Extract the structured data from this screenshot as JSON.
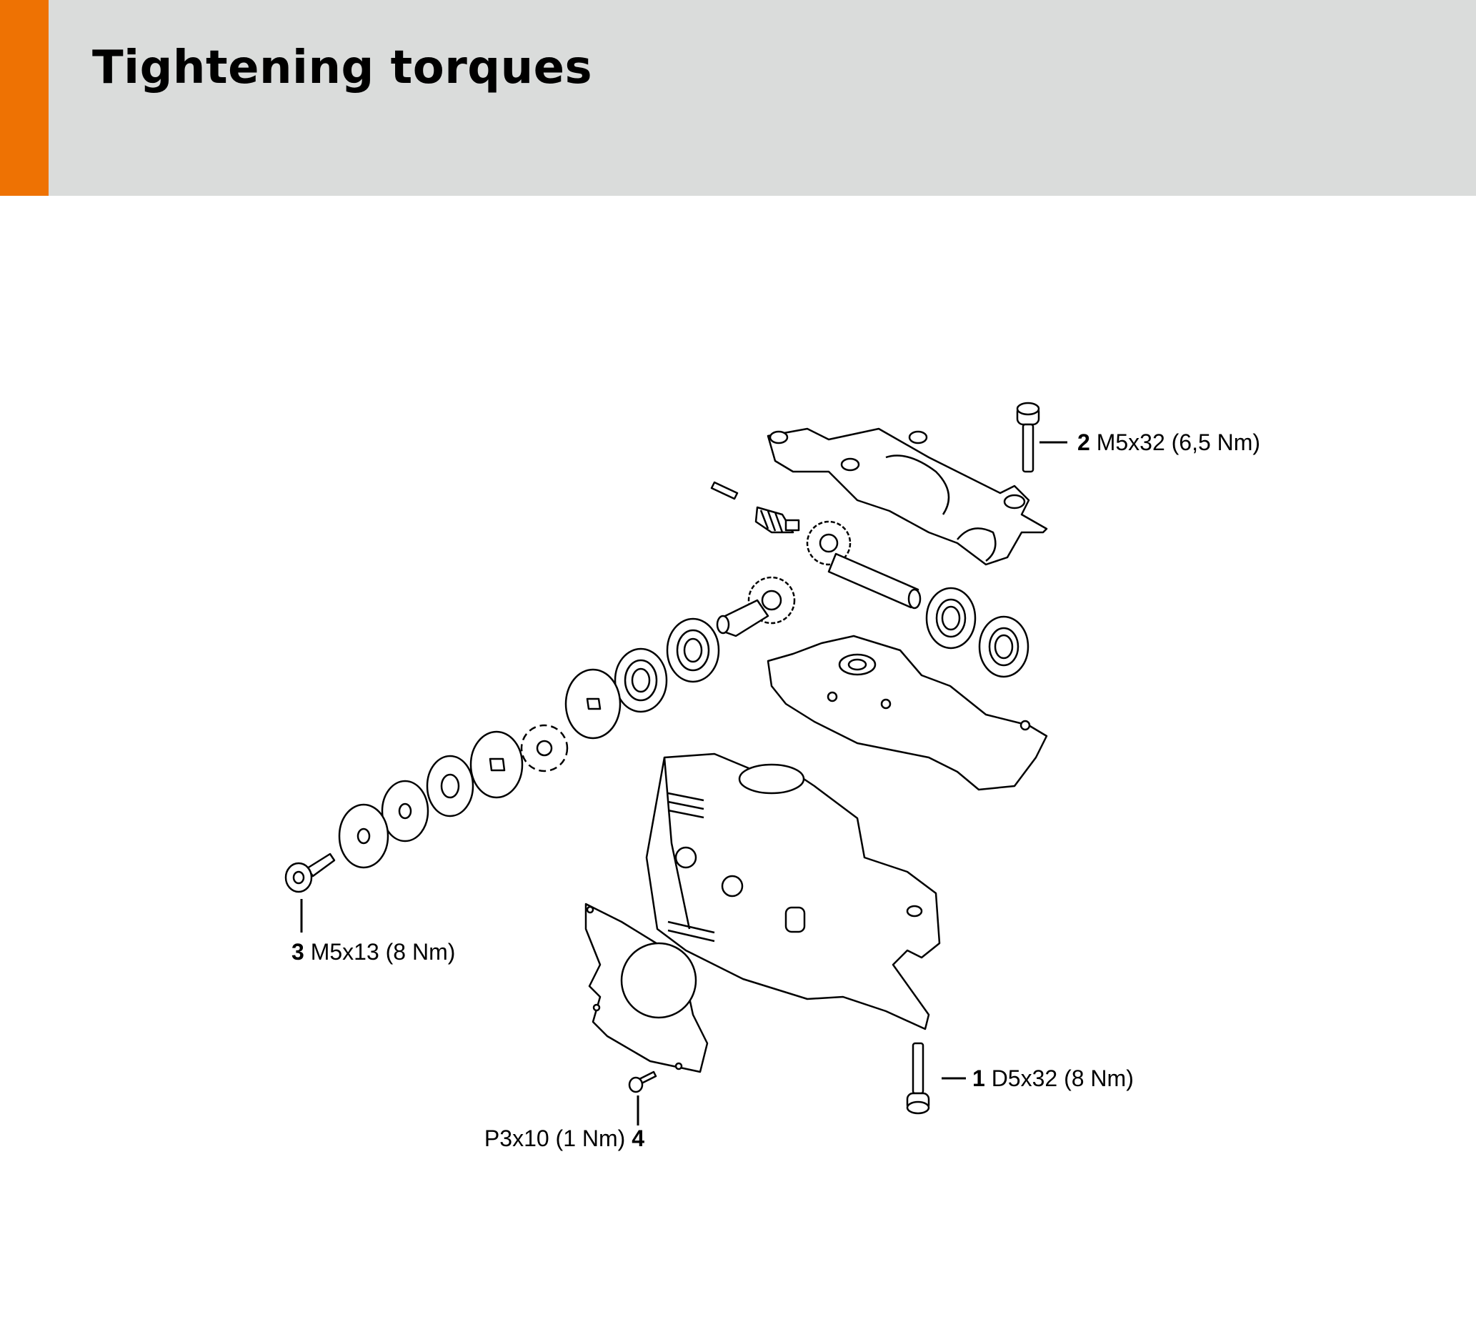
{
  "header": {
    "title": "Tightening torques",
    "accent_color": "#ee7203",
    "background_color": "#dadcdb"
  },
  "callouts": [
    {
      "number": "1",
      "spec": "D5x32 (8 Nm)"
    },
    {
      "number": "2",
      "spec": "M5x32 (6,5 Nm)"
    },
    {
      "number": "3",
      "spec": "M5x13 (8 Nm)"
    },
    {
      "number": "4",
      "spec": "P3x10 (1 Nm)"
    }
  ]
}
